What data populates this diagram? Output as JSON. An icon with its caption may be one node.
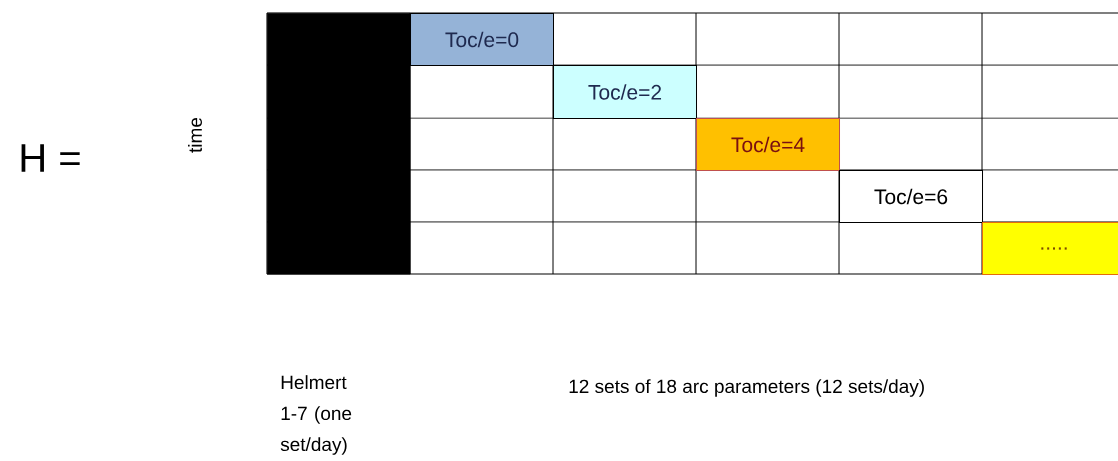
{
  "diagram": {
    "nodes": [
      {
        "text": [],
        "shape": "bar"
      },
      {
        "text": [
          "Toc/e=0"
        ]
      },
      {
        "text": [
          "Toc/e=2"
        ]
      },
      {
        "text": [
          "Toc/e=4"
        ]
      },
      {
        "text": [
          "Toc/e=6"
        ]
      },
      {
        "text": [
          "....."
        ]
      }
    ],
    "labels": [
      "H =",
      "time",
      "Helmert 1-7 (one set/day)",
      "12 sets of 18 arc parameters (12 sets/day)"
    ]
  }
}
